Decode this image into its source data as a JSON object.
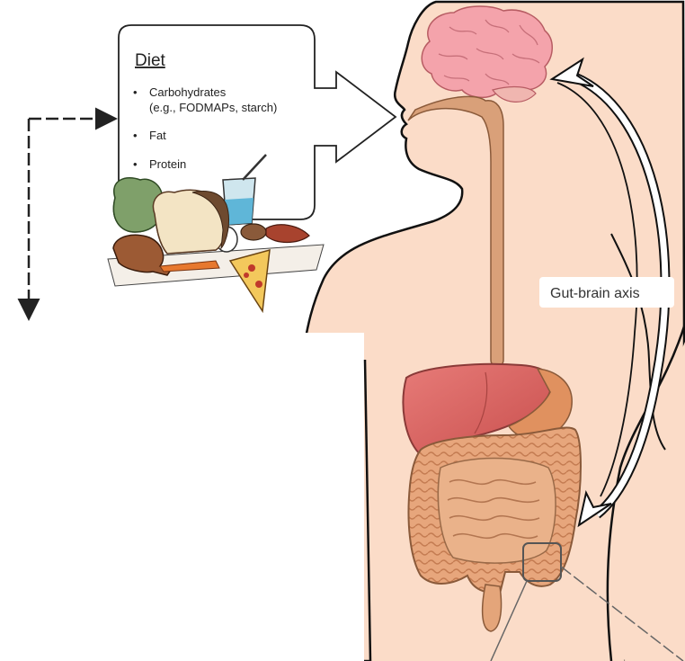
{
  "diet": {
    "title": "Diet",
    "items": [
      {
        "line1": "Carbohydrates",
        "line2": "(e.g., FODMAPs, starch)"
      },
      {
        "line1": "Fat"
      },
      {
        "line1": "Protein"
      }
    ]
  },
  "gut_brain_axis": {
    "label": "Gut-brain axis"
  },
  "colors": {
    "skin": "#fbdcc8",
    "brain": "#f4a3ab",
    "esophagus": "#d9a079",
    "liver": "#d9605f",
    "intestine": "#e4a57a",
    "ink": "#222222"
  }
}
